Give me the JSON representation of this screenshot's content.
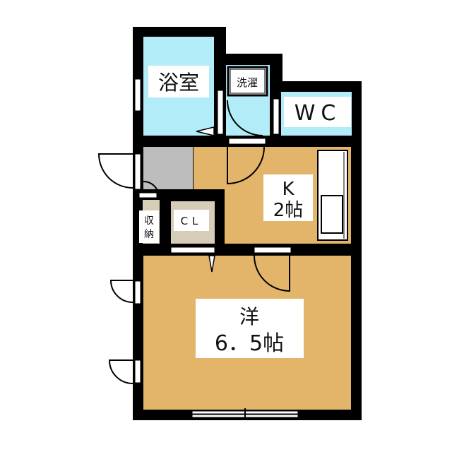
{
  "plan": {
    "rooms": {
      "bath": "浴室",
      "laundry": "洗濯",
      "wc": "WC",
      "kitchen_name": "K",
      "kitchen_size": "2帖",
      "closet": "CL",
      "storage_1": "収",
      "storage_2": "納",
      "western_name": "洋",
      "western_size": "6．5帖"
    },
    "colors": {
      "wall": "#000000",
      "wet_area": "#b3ecf9",
      "floor": "#e3b56b",
      "entrance": "#bdbdbd",
      "closet": "#d6cdb9"
    }
  }
}
